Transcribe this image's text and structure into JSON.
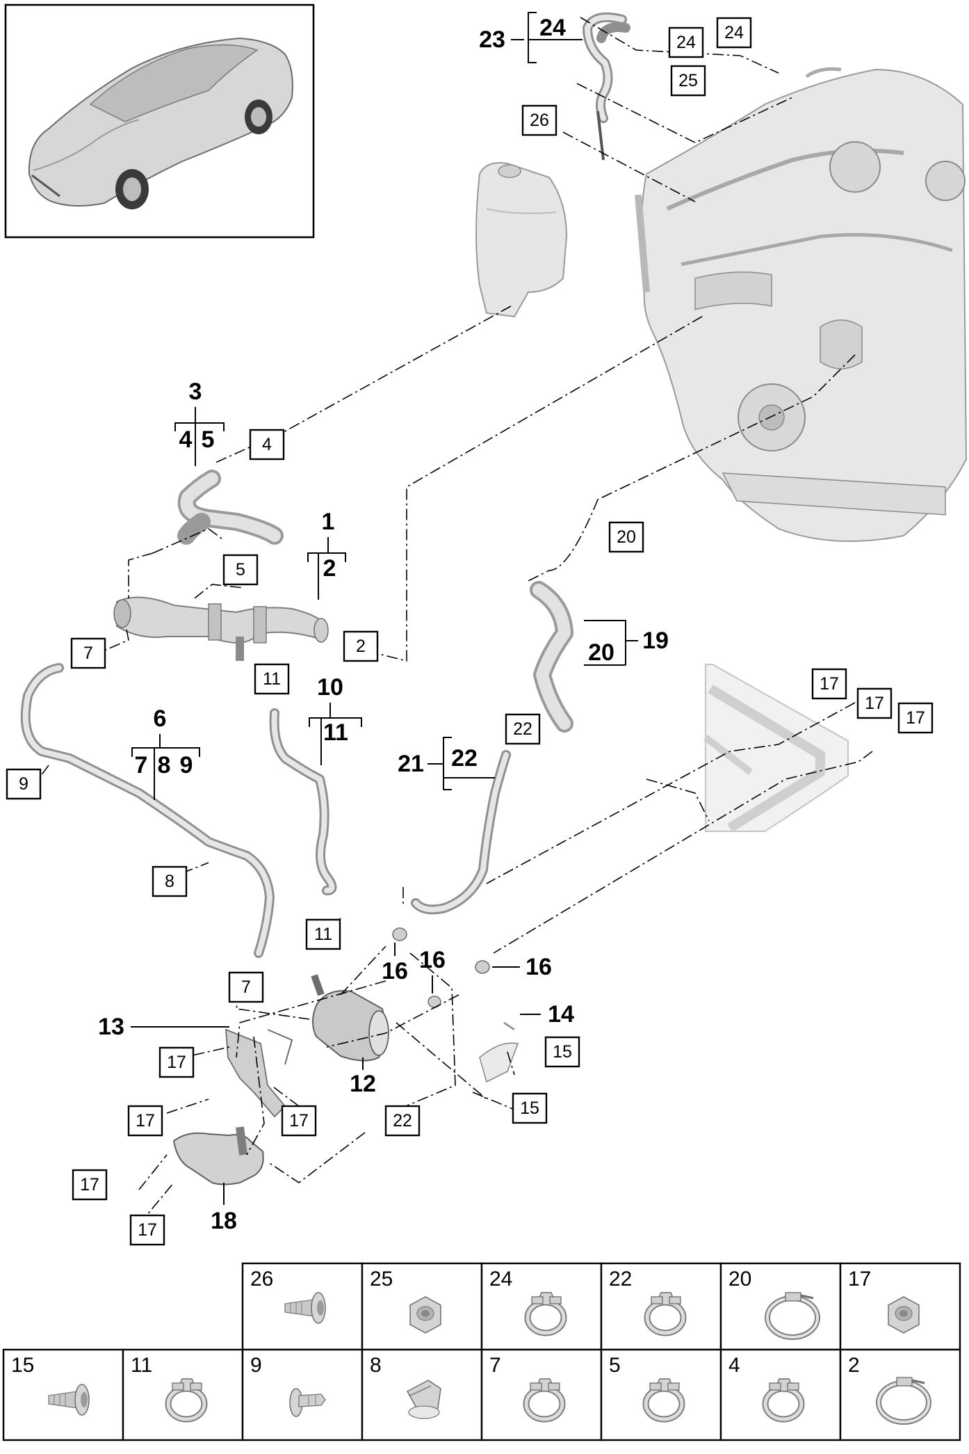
{
  "overview_car": {
    "icon": "sports-sedan-icon"
  },
  "components": {
    "engine": "engine-block-icon",
    "coolant_reservoir": "reservoir-icon",
    "frame_crossmember": "frame-icon"
  },
  "group_labels": {
    "g1": {
      "main": "1",
      "sub": "2"
    },
    "g3": {
      "main": "3",
      "sub_a": "4",
      "sub_b": "5"
    },
    "g6": {
      "main": "6",
      "sub_a": "7",
      "sub_b": "8",
      "sub_c": "9"
    },
    "g10": {
      "main": "10",
      "sub": "11"
    },
    "g19": {
      "main": "19",
      "sub": "20"
    },
    "g21": {
      "main": "21",
      "sub": "22"
    },
    "g23": {
      "main": "23",
      "sub": "24"
    }
  },
  "part_labels": {
    "p12": "12",
    "p13": "13",
    "p14": "14",
    "p16a": "16",
    "p16b": "16",
    "p16c": "16",
    "p18": "18"
  },
  "callouts": {
    "c24a": "24",
    "c24b": "24",
    "c25": "25",
    "c26": "26",
    "c4": "4",
    "c5": "5",
    "c2": "2",
    "c7a": "7",
    "c11a": "11",
    "c9": "9",
    "c8": "8",
    "c20": "20",
    "c22a": "22",
    "c17a": "17",
    "c17b": "17",
    "c17c": "17",
    "c11b": "11",
    "c7b": "7",
    "c17d": "17",
    "c15a": "15",
    "c17e": "17",
    "c17f": "17",
    "c22b": "22",
    "c15b": "15",
    "c17g": "17",
    "c17h": "17"
  },
  "fastener_table": {
    "top_row": [
      {
        "number": "26",
        "icon": "bolt-icon"
      },
      {
        "number": "25",
        "icon": "flange-nut-icon"
      },
      {
        "number": "24",
        "icon": "spring-clamp-icon"
      },
      {
        "number": "22",
        "icon": "spring-clamp-icon"
      },
      {
        "number": "20",
        "icon": "band-clamp-icon"
      },
      {
        "number": "17",
        "icon": "flange-nut-icon"
      }
    ],
    "bottom_row": [
      {
        "number": "15",
        "icon": "bolt-icon"
      },
      {
        "number": "11",
        "icon": "spring-clamp-icon"
      },
      {
        "number": "9",
        "icon": "expansion-rivet-icon"
      },
      {
        "number": "8",
        "icon": "hose-clip-icon"
      },
      {
        "number": "7",
        "icon": "spring-clamp-icon"
      },
      {
        "number": "5",
        "icon": "spring-clamp-icon"
      },
      {
        "number": "4",
        "icon": "spring-clamp-icon"
      },
      {
        "number": "2",
        "icon": "band-clamp-icon"
      }
    ]
  }
}
